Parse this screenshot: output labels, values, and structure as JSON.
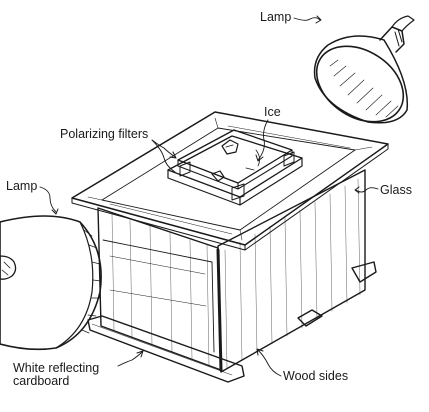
{
  "labels": {
    "lamp_top": "Lamp",
    "ice": "Ice",
    "polarizing_filters": "Polarizing filters",
    "glass": "Glass",
    "lamp_left": "Lamp",
    "white_reflecting_1": "White reflecting",
    "white_reflecting_2": "cardboard",
    "wood_sides": "Wood sides"
  },
  "colors": {
    "ink": "#1a1a1a",
    "paper": "#ffffff"
  }
}
